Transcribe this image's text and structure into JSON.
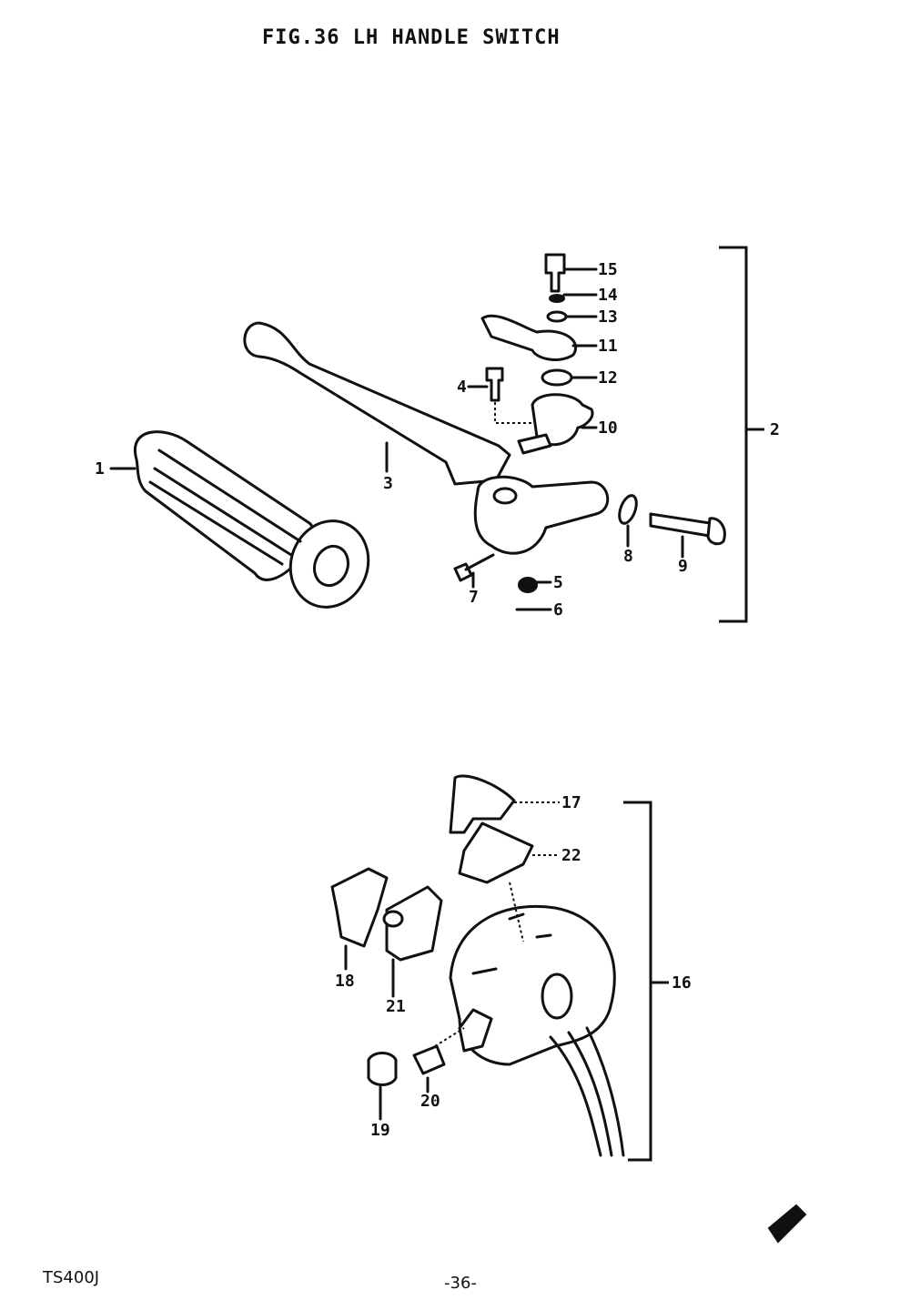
{
  "title": "FIG.36  LH HANDLE SWITCH",
  "model": "TS400J",
  "page_number": "-36-",
  "callouts": [
    "1",
    "2",
    "3",
    "4",
    "5",
    "6",
    "7",
    "8",
    "9",
    "10",
    "11",
    "12",
    "13",
    "14",
    "15",
    "16",
    "17",
    "18",
    "19",
    "20",
    "21",
    "22"
  ]
}
